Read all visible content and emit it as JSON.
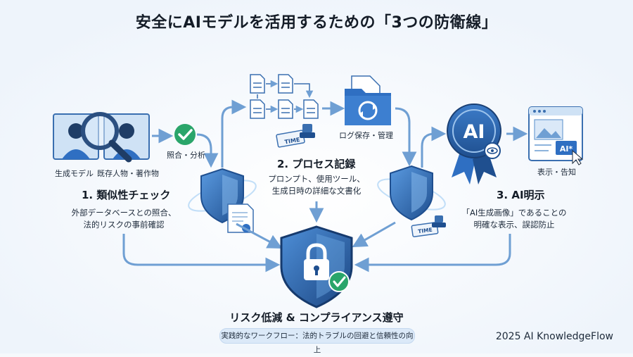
{
  "title": "安全にAIモデルを活用するための「3つの防衛線」",
  "step1": {
    "source_label": "生成モデル",
    "reference_label": "既存人物・著作物",
    "check_label": "照合・分析",
    "heading": "1. 類似性チェック",
    "desc_line1": "外部データベースとの照合、",
    "desc_line2": "法的リスクの事前確認"
  },
  "step2": {
    "heading": "2. プロセス記録",
    "desc_line1": "プロンプト、使用ツール、",
    "desc_line2": "生成日時の詳細な文書化",
    "log_label": "ログ保存・管理",
    "stamp_text": "TIME"
  },
  "step3": {
    "badge_text": "AI",
    "label_badge_text": "AI*",
    "display_label": "表示・告知",
    "heading": "3. AI明示",
    "desc_line1": "「AI生成画像」であることの",
    "desc_line2": "明確な表示、誤認防止",
    "stamp_text": "TIME"
  },
  "result": {
    "heading": "リスク低減 & コンプライアンス遵守"
  },
  "footer": {
    "pill_text": "実践的なワークフロー：法的トラブルの回避と信頼性の向上",
    "credit": "2025 AI KnowledgeFlow"
  },
  "colors": {
    "accent": "#2f6fc2",
    "dark_blue": "#1f4f8f",
    "arrow": "#7ba6d6",
    "green": "#2aa56a",
    "light_blue": "#d6e6f7"
  }
}
